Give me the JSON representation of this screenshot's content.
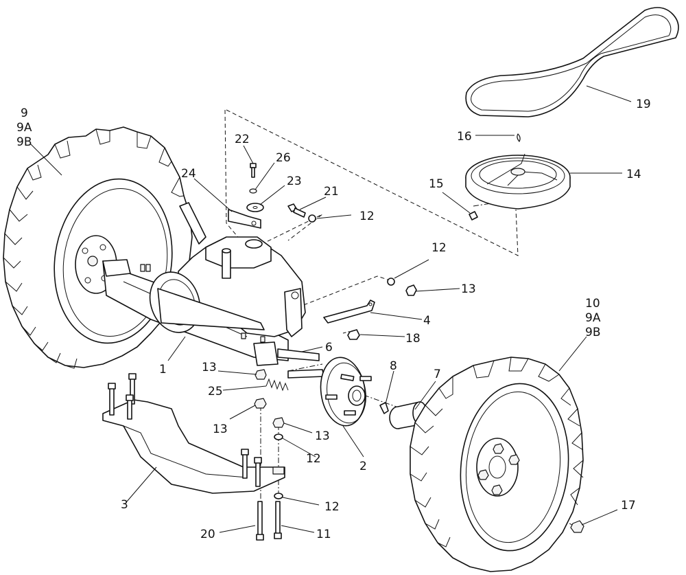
{
  "labels": {
    "l1": "1",
    "l2": "2",
    "l3": "3",
    "l4": "4",
    "l6": "6",
    "l7": "7",
    "l8": "8",
    "l9a": "9",
    "l9b": "9A",
    "l9c": "9B",
    "l10a": "10",
    "l10b": "9A",
    "l10c": "9B",
    "l11": "11",
    "l12a": "12",
    "l12b": "12",
    "l12c": "12",
    "l12d": "12",
    "l13a": "13",
    "l13b": "13",
    "l13c": "13",
    "l13d": "13",
    "l14": "14",
    "l15": "15",
    "l16": "16",
    "l17": "17",
    "l18": "18",
    "l19": "19",
    "l20": "20",
    "l21": "21",
    "l22": "22",
    "l23": "23",
    "l24": "24",
    "l25": "25",
    "l26": "26"
  }
}
